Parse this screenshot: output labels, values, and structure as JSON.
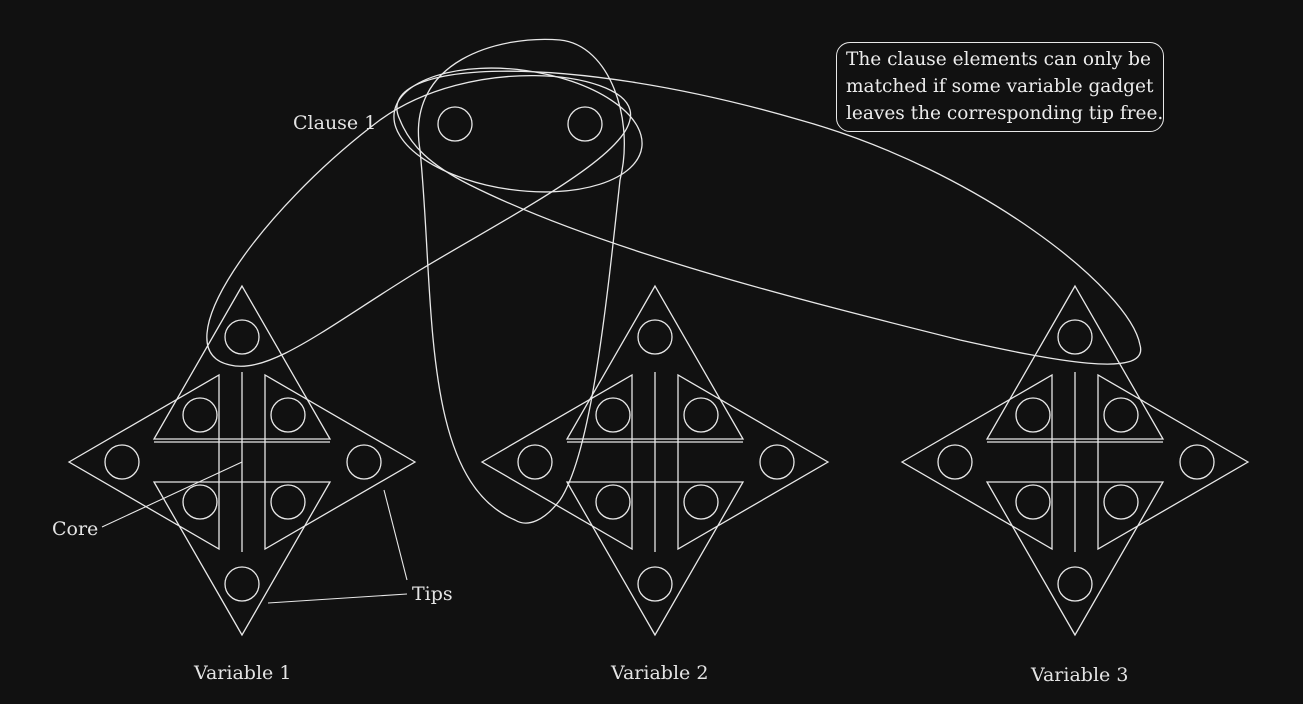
{
  "labels": {
    "clause": "Clause 1",
    "core": "Core",
    "tips": "Tips",
    "var1": "Variable 1",
    "var2": "Variable 2",
    "var3": "Variable 3"
  },
  "callout": {
    "lines": [
      "The clause elements can only be",
      "matched if some variable gadget",
      "leaves the corresponding tip free."
    ]
  },
  "colors": {
    "background": "#111111",
    "stroke": "#e8e8e8",
    "text": "#e4e4e4"
  }
}
